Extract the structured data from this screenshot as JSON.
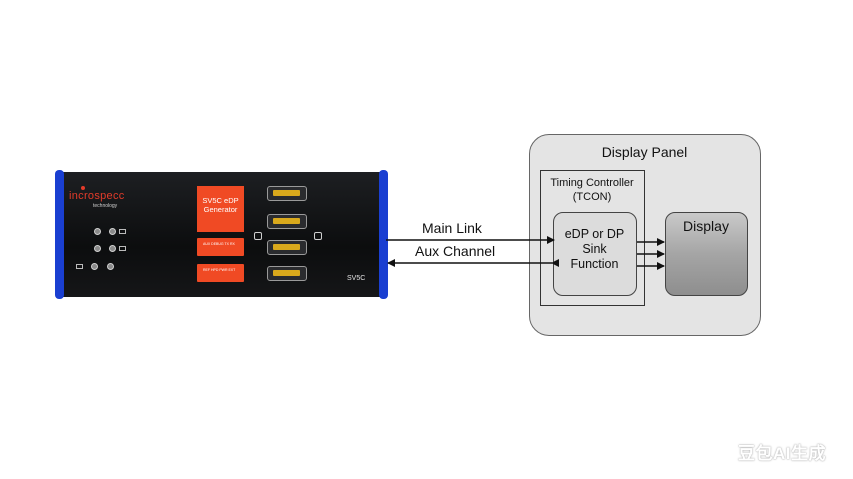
{
  "device": {
    "brand": "incrospecc",
    "brand_sub": "technology",
    "generator_label": "SV5C eDP Generator",
    "panel_small_1": "AUX DEBUG  TX  RX",
    "panel_small_2": "REF  HPD  PWR  EXT",
    "model": "SV5C"
  },
  "links": {
    "main_link": "Main Link",
    "aux_channel": "Aux Channel"
  },
  "panel": {
    "title": "Display Panel",
    "tcon_label": "Timing Controller (TCON)",
    "sink_label": "eDP or DP Sink Function",
    "display_label": "Display"
  },
  "watermark": "豆包AI生成"
}
